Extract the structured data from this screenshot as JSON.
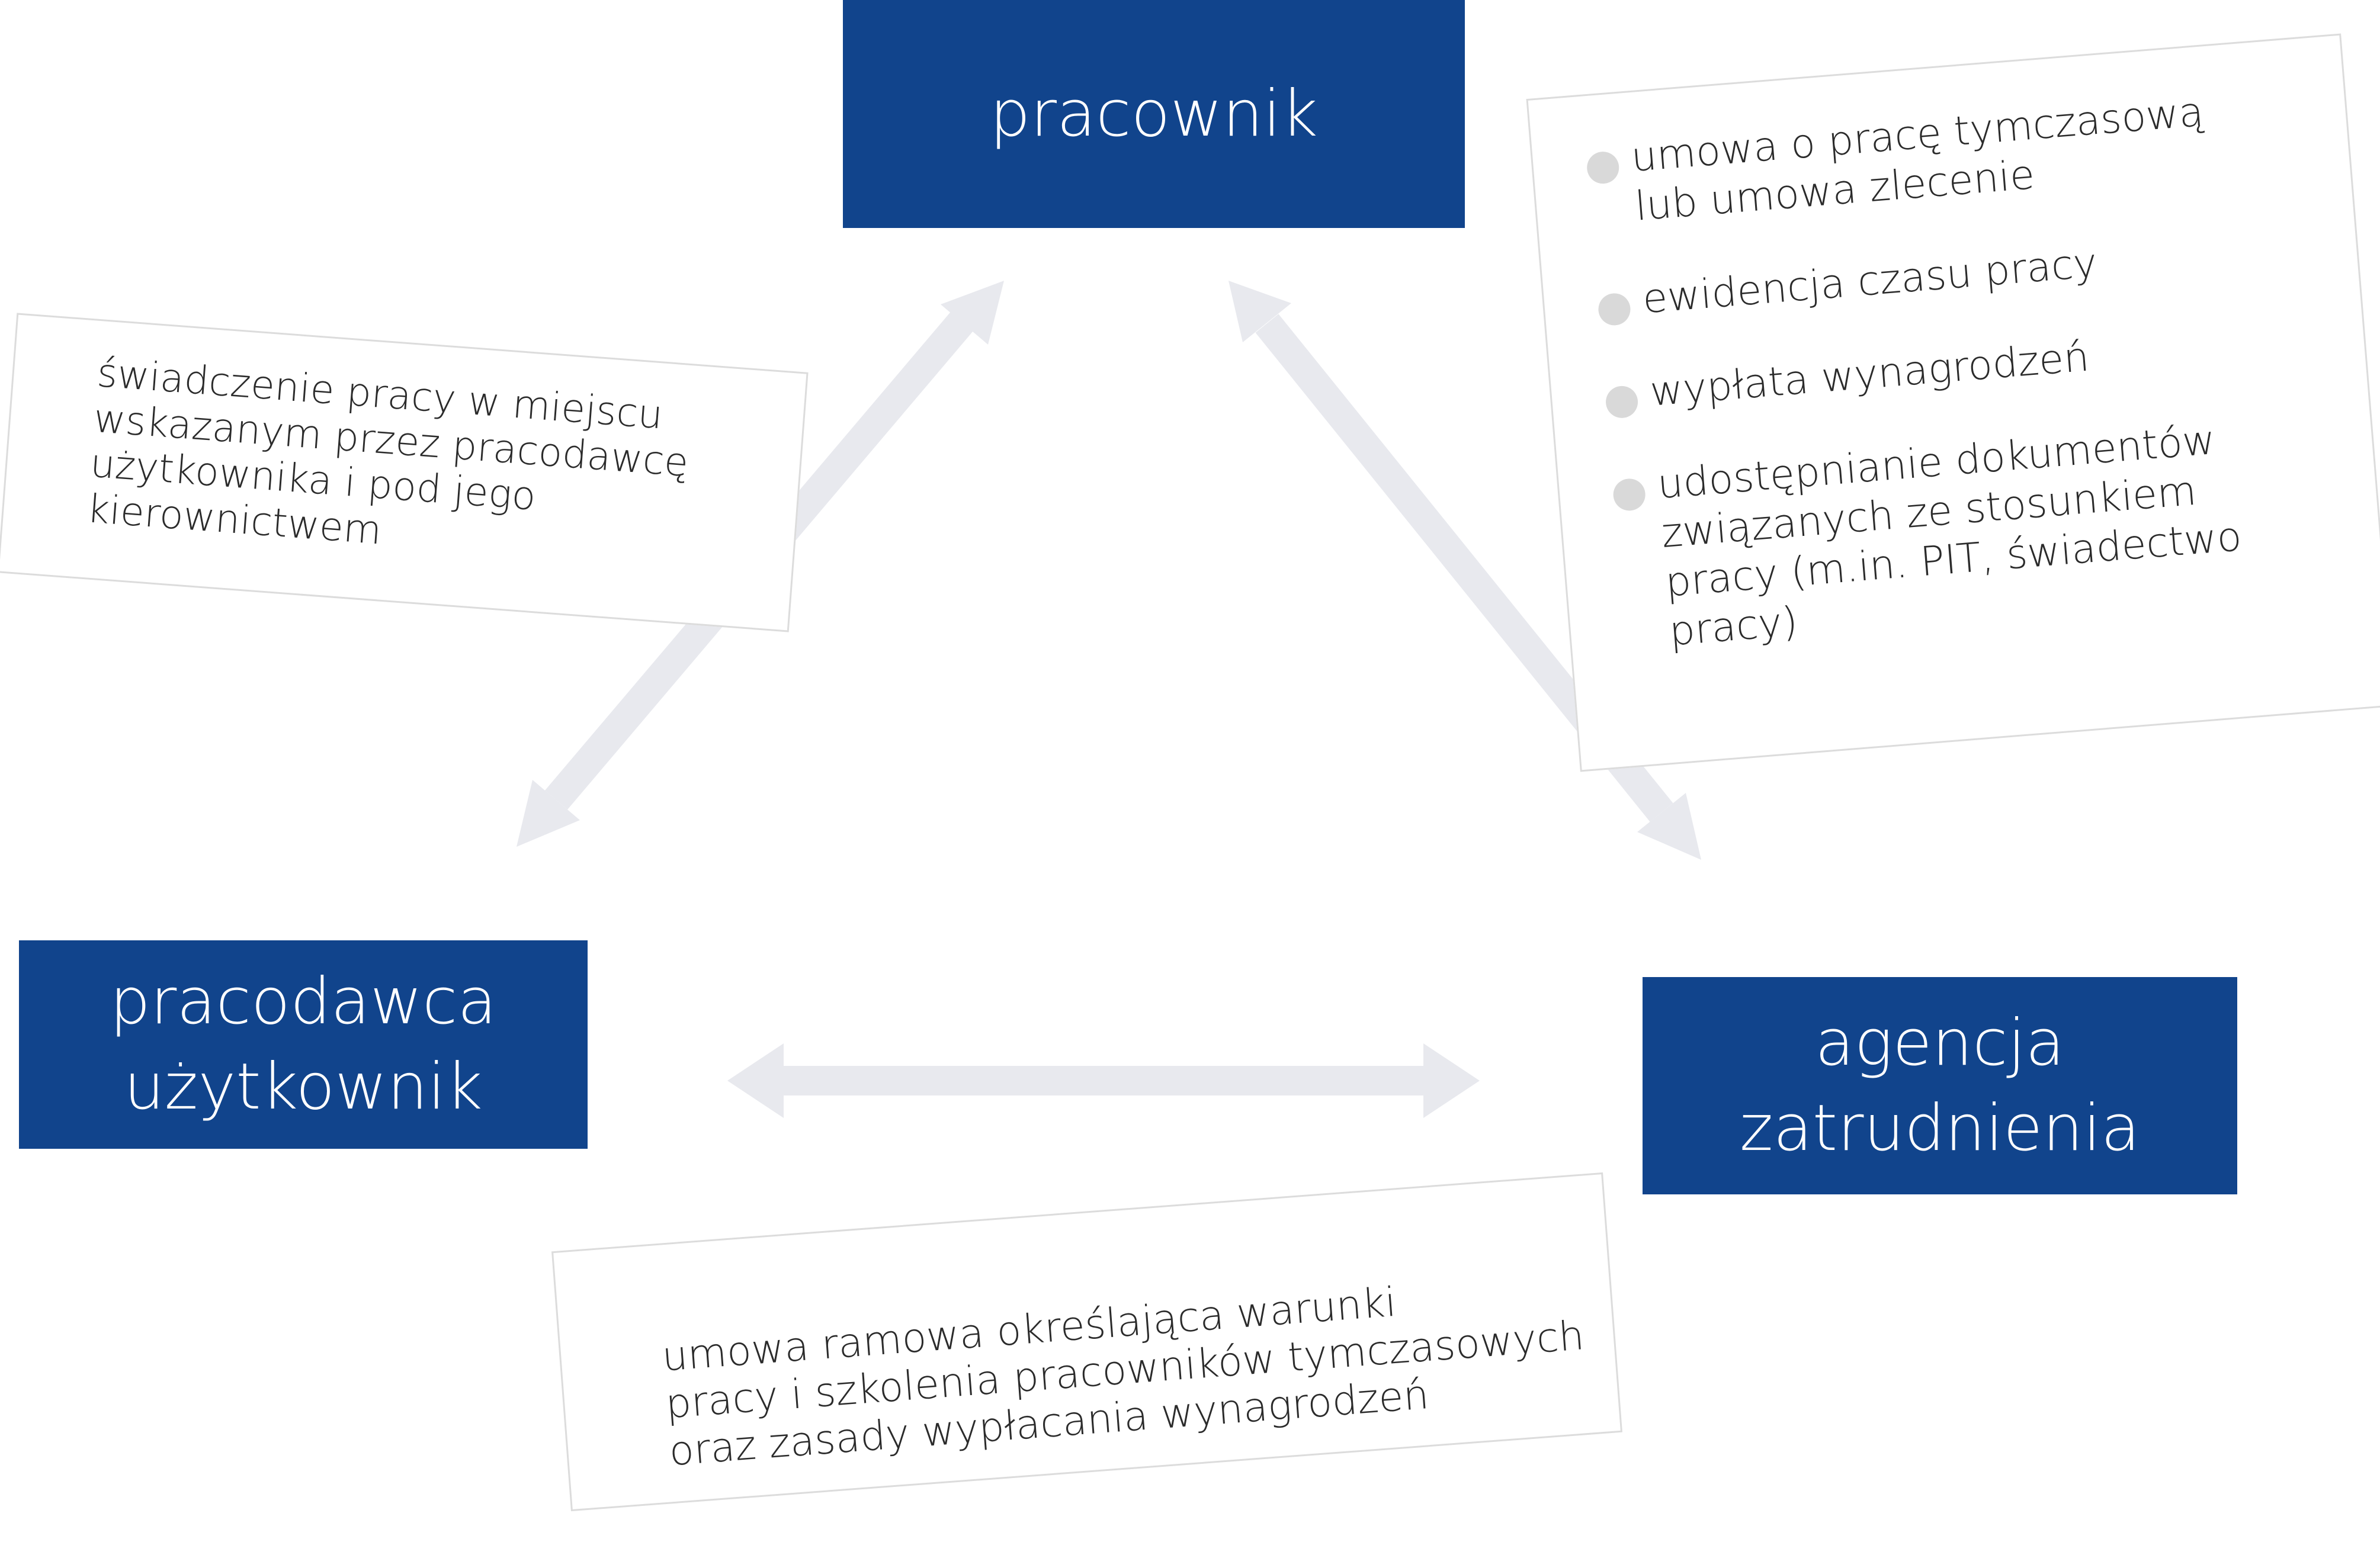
{
  "nodes": {
    "worker": "pracownik",
    "user_employer": "pracodawca\nużytkownik",
    "agency": "agencja\nzatrudnienia"
  },
  "notes": {
    "worker_user": "świadczenie pracy w miejscu\nwskazanym przez pracodawcę\nużytkownika i pod jego\nkierownictwem",
    "worker_agency": [
      "umowa o pracę tymczasową\nlub umowa zlecenie",
      "ewidencja czasu pracy",
      "wypłata wynagrodzeń",
      "udostępnianie dokumentów\nzwiązanych ze stosunkiem\npracy (m.in.  PIT, świadectwo pracy)"
    ],
    "user_agency": "umowa ramowa określająca warunki\npracy i szkolenia pracowników tymczasowych\noraz zasady wypłacania wynagrodzeń"
  },
  "colors": {
    "node_fill": "#11448c",
    "node_text": "#ffffff",
    "arrow": "#e8e9ee",
    "bullet": "#d9d9d9"
  },
  "icons": {
    "connector": "double-headed-arrow",
    "bullet": "bullet-dot-icon"
  }
}
